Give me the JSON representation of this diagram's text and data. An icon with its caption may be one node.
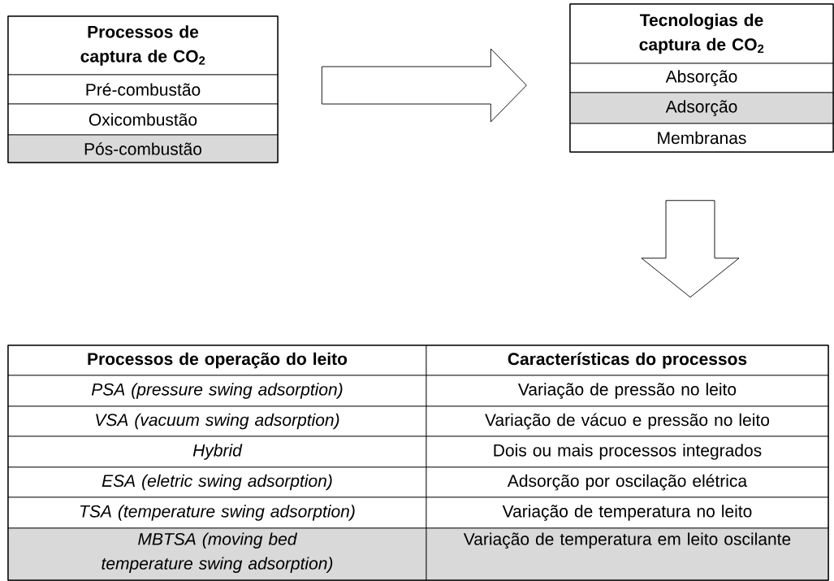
{
  "diagram": {
    "nodes": [
      {
        "text": [
          "Processos de captura de CO$_{2}$",
          "Pré-combustão",
          "Oxicombustão",
          "Pós-combustão"
        ]
      },
      {
        "text": [
          "Tecnologias de captura de CO$_{2}$",
          "Absorção",
          "Adsorção",
          "Membranas"
        ]
      },
      {
        "text": [
          "Processos de operação do leito",
          "Características do processos",
          "PSA (pressure swing adsorption)",
          "Variação de pressão no leito",
          "VSA (vacuum swing adsorption)",
          "Variação de vácuo e pressão no leito",
          "Hybrid",
          "Dois ou mais processos integrados",
          "ESA (eletric swing adsorption)",
          "Adsorção por oscilação elétrica",
          "TSA (temperature swing adsorption)",
          "Variação de temperatura no leito",
          "MBTSA (moving bed temperature swing adsorption)",
          "Variação de temperatura em leito oscilante"
        ]
      }
    ],
    "edges": [
      {
        "from": 0,
        "to": 1,
        "arrow": "to"
      },
      {
        "from": 1,
        "to": 2,
        "arrow": "to"
      }
    ]
  }
}
